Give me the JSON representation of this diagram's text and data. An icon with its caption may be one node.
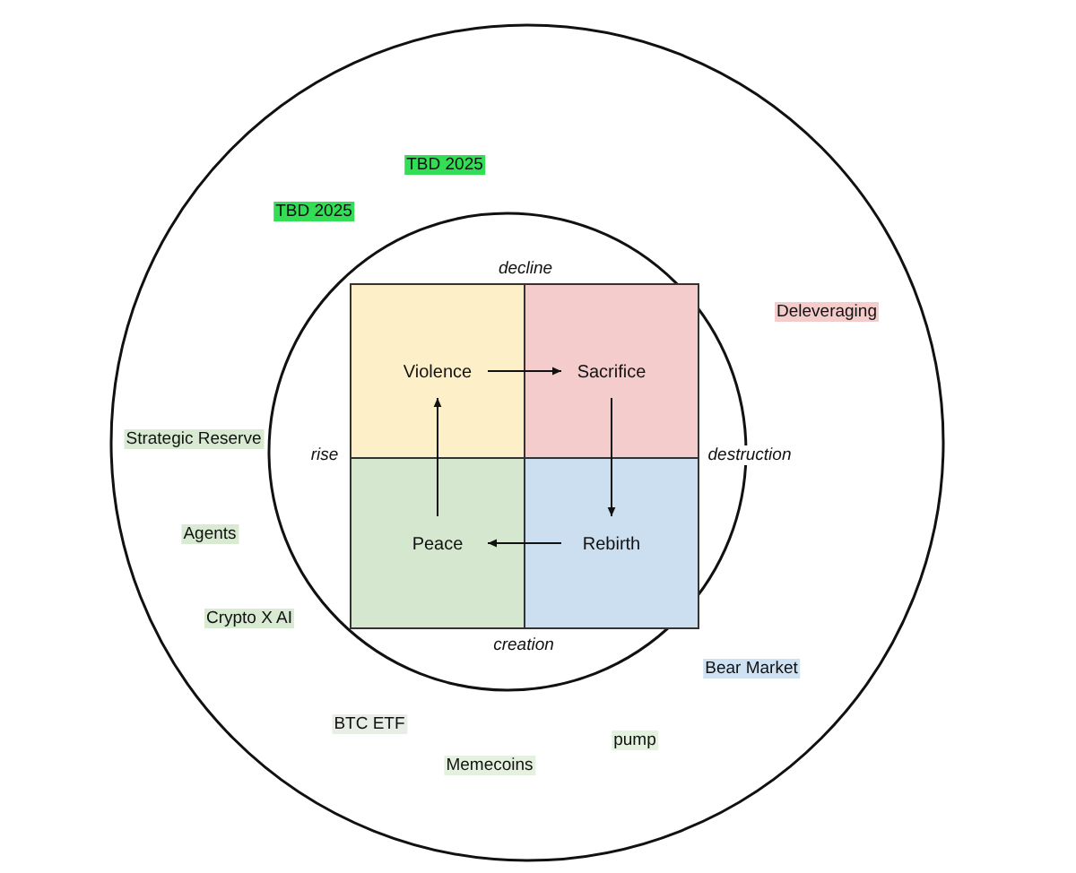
{
  "diagram": {
    "nodes": [
      {
        "text": [
          "Violence"
        ]
      },
      {
        "text": [
          "Sacrifice"
        ]
      },
      {
        "text": [
          "Peace"
        ]
      },
      {
        "text": [
          "Rebirth"
        ]
      }
    ],
    "edges": [
      {
        "from": 0,
        "to": 1,
        "arrow": "to"
      },
      {
        "from": 1,
        "to": 3,
        "arrow": "to"
      },
      {
        "from": 3,
        "to": 2,
        "arrow": "to"
      },
      {
        "from": 2,
        "to": 0,
        "arrow": "to"
      }
    ],
    "labels": [
      "TBD 2025",
      "TBD 2025",
      "decline",
      "Deleveraging",
      "Strategic Reserve",
      "rise",
      "destruction",
      "Agents",
      "Crypto X AI",
      "creation",
      "Bear Market",
      "BTC ETF",
      "pump",
      "Memecoins"
    ]
  }
}
